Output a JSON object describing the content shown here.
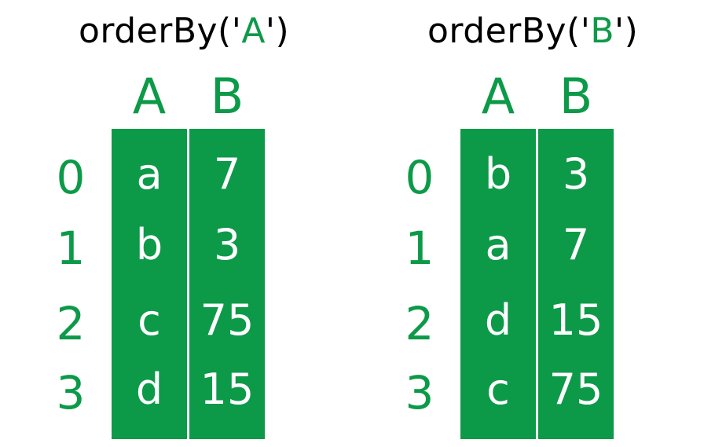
{
  "panels": [
    {
      "title_prefix": "orderBy('",
      "title_arg": "A",
      "title_suffix": "')",
      "columns": [
        "A",
        "B"
      ],
      "index": [
        "0",
        "1",
        "2",
        "3"
      ],
      "rows": [
        [
          "a",
          "7"
        ],
        [
          "b",
          "3"
        ],
        [
          "c",
          "75"
        ],
        [
          "d",
          "15"
        ]
      ]
    },
    {
      "title_prefix": "orderBy('",
      "title_arg": "B",
      "title_suffix": "')",
      "columns": [
        "A",
        "B"
      ],
      "index": [
        "0",
        "1",
        "2",
        "3"
      ],
      "rows": [
        [
          "b",
          "3"
        ],
        [
          "a",
          "7"
        ],
        [
          "d",
          "15"
        ],
        [
          "c",
          "75"
        ]
      ]
    }
  ],
  "colors": {
    "accent_green": "#0c9a48",
    "cell_text": "#ffffff",
    "title_text": "#000000"
  }
}
